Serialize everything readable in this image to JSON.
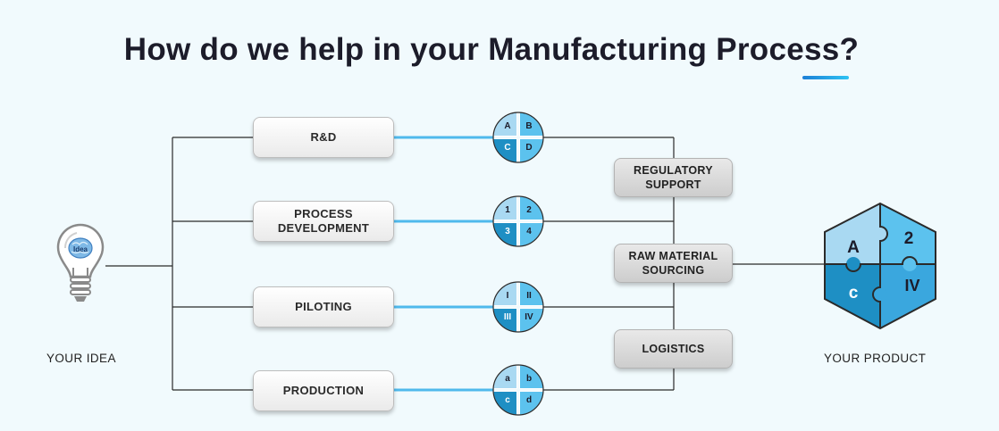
{
  "title": "How do we help in your Manufacturing Process?",
  "input_label": "YOUR IDEA",
  "output_label": "YOUR PRODUCT",
  "bulb_text": "Idea",
  "stages": [
    {
      "label": "R&D",
      "quadrants": [
        "A",
        "B",
        "C",
        "D"
      ]
    },
    {
      "label": "PROCESS\nDEVELOPMENT",
      "quadrants": [
        "1",
        "2",
        "3",
        "4"
      ]
    },
    {
      "label": "PILOTING",
      "quadrants": [
        "I",
        "II",
        "III",
        "IV"
      ]
    },
    {
      "label": "PRODUCTION",
      "quadrants": [
        "a",
        "b",
        "c",
        "d"
      ]
    }
  ],
  "support_services": [
    {
      "label": "REGULATORY\nSUPPORT"
    },
    {
      "label": "RAW MATERIAL\nSOURCING"
    },
    {
      "label": "LOGISTICS"
    }
  ],
  "product_puzzle": [
    "A",
    "2",
    "c",
    "IV"
  ],
  "colors": {
    "title": "#1c1c2a",
    "accent_line": "#4fb9ec",
    "connector": "#2a2a2a",
    "quad_light": "#a9d9f2",
    "quad_mid": "#5cc2ee",
    "quad_dark": "#1e8fc4"
  }
}
